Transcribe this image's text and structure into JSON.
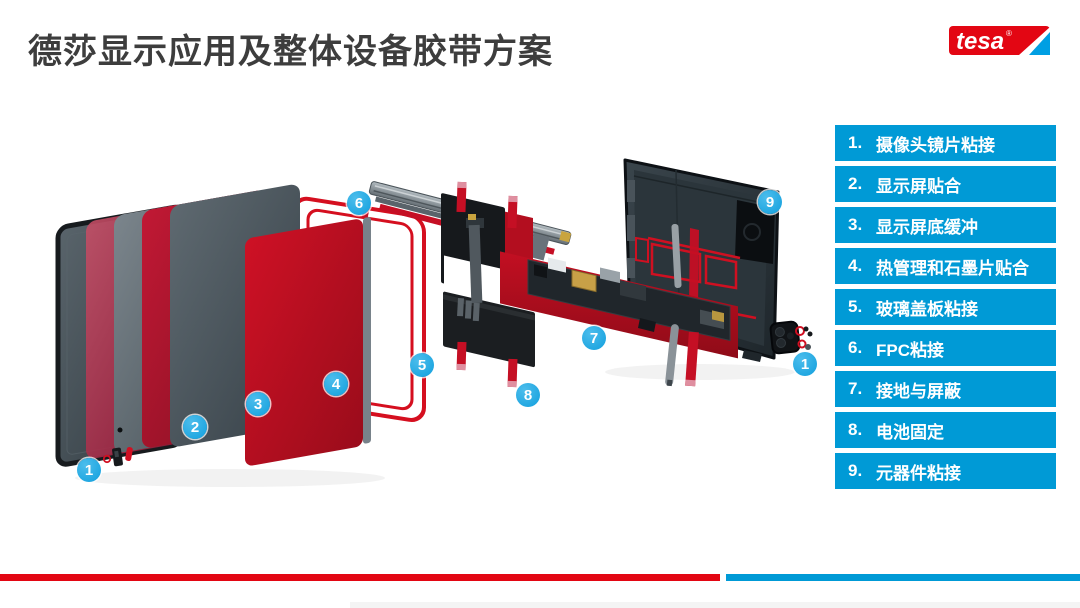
{
  "header": {
    "title": "德莎显示应用及整体设备胶带方案"
  },
  "logo": {
    "brand": "tesa",
    "registered": "®"
  },
  "colors": {
    "tesa_red": "#e30613",
    "tesa_blue": "#009ad6",
    "badge_blue": "#29abe2",
    "diagram_red": "#c50f24",
    "title_gray": "#3d3d3d"
  },
  "legend": {
    "items": [
      {
        "num": "1.",
        "label": "摄像头镜片粘接"
      },
      {
        "num": "2.",
        "label": "显示屏贴合"
      },
      {
        "num": "3.",
        "label": "显示屏底缓冲"
      },
      {
        "num": "4.",
        "label": "热管理和石墨片贴合"
      },
      {
        "num": "5.",
        "label": "玻璃盖板粘接"
      },
      {
        "num": "6.",
        "label": "FPC粘接"
      },
      {
        "num": "7.",
        "label": "接地与屏蔽"
      },
      {
        "num": "8.",
        "label": "电池固定"
      },
      {
        "num": "9.",
        "label": "元器件粘接"
      }
    ]
  },
  "diagram": {
    "badges": [
      {
        "id": "front-camera-lens-bonding",
        "n": "1"
      },
      {
        "id": "display-lamination",
        "n": "2"
      },
      {
        "id": "display-bottom-cushion",
        "n": "3"
      },
      {
        "id": "thermal-graphite-lamination",
        "n": "4"
      },
      {
        "id": "cover-glass-bonding",
        "n": "5"
      },
      {
        "id": "fpc-bonding",
        "n": "6"
      },
      {
        "id": "grounding-shielding",
        "n": "7"
      },
      {
        "id": "battery-fixing",
        "n": "8"
      },
      {
        "id": "component-bonding",
        "n": "9"
      },
      {
        "id": "rear-camera-lens-bonding",
        "n": "1"
      }
    ]
  }
}
